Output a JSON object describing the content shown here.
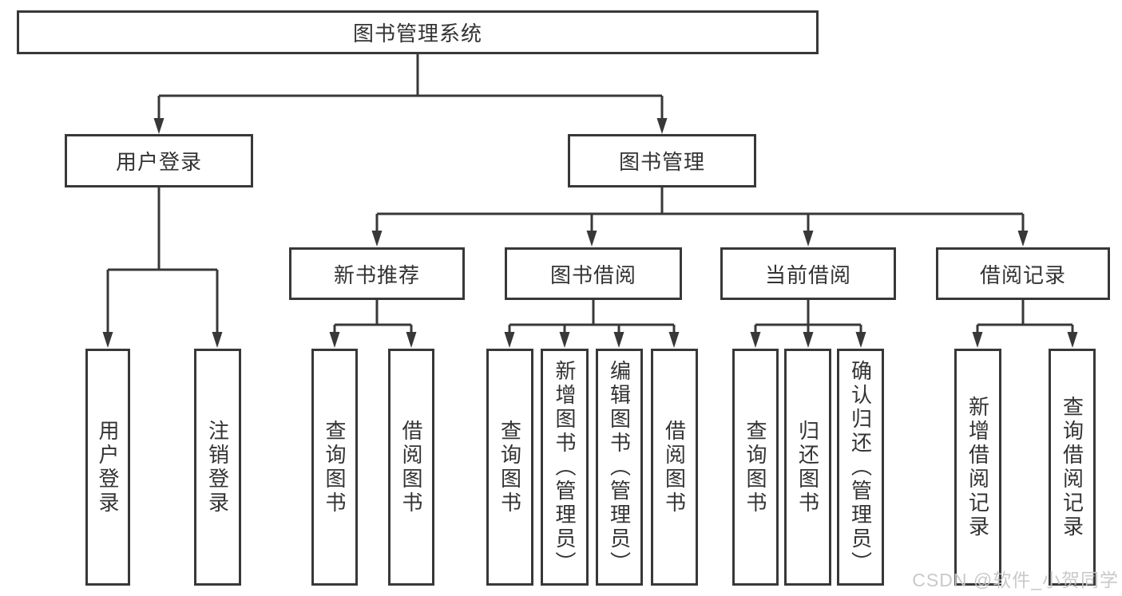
{
  "diagram": {
    "type": "tree-structure-chart",
    "colors": {
      "background": "#ffffff",
      "line": "#383838",
      "box_border": "#383838",
      "text": "#333333",
      "watermark": "#c6c6c6"
    },
    "nodes": {
      "root": "图书管理系统",
      "user_login": "用户登录",
      "book_mgmt": "图书管理",
      "new_book_rec": "新书推荐",
      "book_borrow": "图书借阅",
      "current_borrow": "当前借阅",
      "borrow_records": "借阅记录",
      "leaf_user_login": "用户登录",
      "leaf_logout": "注销登录",
      "leaf_query_book_rec": "查询图书",
      "leaf_borrow_book_rec": "借阅图书",
      "leaf_query_book_borrow": "查询图书",
      "leaf_add_book": "新增图书（管理员）",
      "leaf_edit_book": "编辑图书（管理员）",
      "leaf_borrow_book_borrow": "借阅图书",
      "leaf_query_book_current": "查询图书",
      "leaf_return_book": "归还图书",
      "leaf_confirm_return": "确认归还（管理员）",
      "leaf_add_borrow_record": "新增借阅记录",
      "leaf_query_borrow_record": "查询借阅记录"
    },
    "hierarchy": {
      "图书管理系统": {
        "用户登录": [
          "用户登录",
          "注销登录"
        ],
        "图书管理": {
          "新书推荐": [
            "查询图书",
            "借阅图书"
          ],
          "图书借阅": [
            "查询图书",
            "新增图书（管理员）",
            "编辑图书（管理员）",
            "借阅图书"
          ],
          "当前借阅": [
            "查询图书",
            "归还图书",
            "确认归还（管理员）"
          ],
          "借阅记录": [
            "新增借阅记录",
            "查询借阅记录"
          ]
        }
      }
    },
    "watermark": "CSDN @软件_小贺同学"
  }
}
